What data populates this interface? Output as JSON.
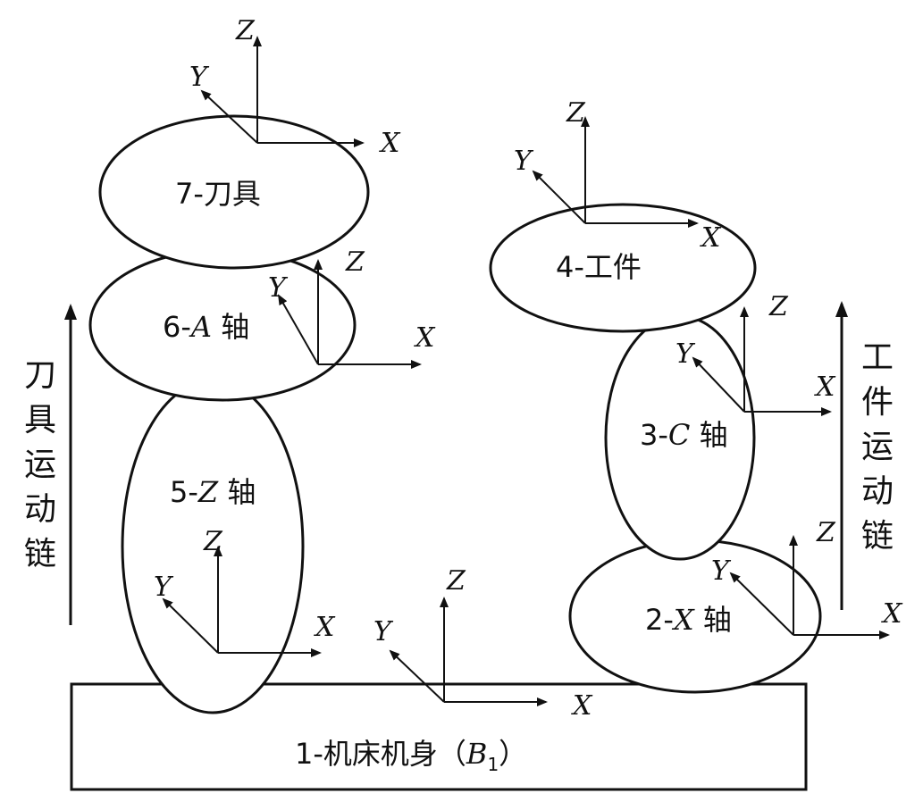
{
  "axes_labels": {
    "x": "X",
    "y": "Y",
    "z": "Z"
  },
  "parts": {
    "bed": {
      "num": "1-",
      "name": "机床机身（",
      "sym": "B",
      "sub": "1",
      "close": "）"
    },
    "x_axis": {
      "num": "2-",
      "sym": "X",
      "name": " 轴"
    },
    "c_axis": {
      "num": "3-",
      "sym": "C",
      "name": " 轴"
    },
    "workpiece": {
      "text": "4-工件"
    },
    "z_axis": {
      "num": "5-",
      "sym": "Z",
      "name": " 轴"
    },
    "a_axis": {
      "num": "6-",
      "sym": "A",
      "name": " 轴"
    },
    "tool": {
      "text": "7-刀具"
    }
  },
  "chains": {
    "tool_chain": [
      "刀",
      "具",
      "运",
      "动",
      "链"
    ],
    "workpiece_chain": [
      "工",
      "件",
      "运",
      "动",
      "链"
    ]
  }
}
